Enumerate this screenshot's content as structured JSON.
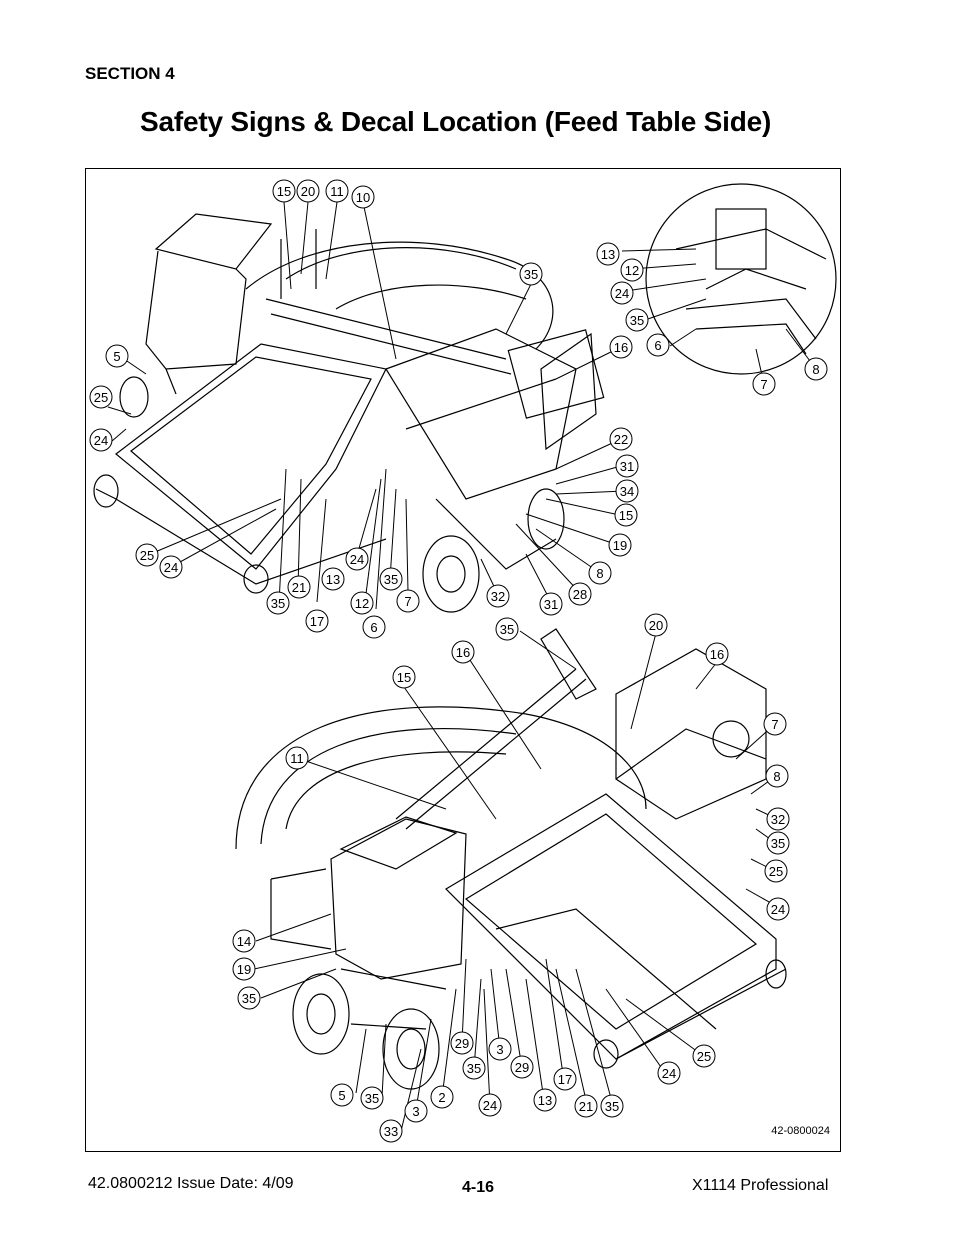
{
  "header": {
    "section": "SECTION 4",
    "title": "Safety Signs & Decal Location (Feed Table Side)"
  },
  "figure": {
    "drawing_number": "42-0800024",
    "top_view_callouts": [
      "15",
      "20",
      "11",
      "10",
      "35",
      "5",
      "25",
      "24",
      "16",
      "22",
      "31",
      "34",
      "15",
      "19",
      "8",
      "28",
      "31",
      "32",
      "7",
      "35",
      "12",
      "6",
      "17",
      "13",
      "24",
      "21",
      "35",
      "25",
      "24"
    ],
    "inset_callouts": [
      "13",
      "12",
      "24",
      "35",
      "6",
      "7",
      "8"
    ],
    "bottom_view_callouts": [
      "35",
      "20",
      "16",
      "16",
      "15",
      "11",
      "7",
      "8",
      "32",
      "35",
      "25",
      "24",
      "14",
      "19",
      "35",
      "5",
      "35",
      "3",
      "2",
      "33",
      "29",
      "35",
      "3",
      "29",
      "24",
      "13",
      "17",
      "21",
      "35",
      "24",
      "25"
    ]
  },
  "footer": {
    "doc_info": "42.0800212  Issue Date: 4/09",
    "page": "4-16",
    "model": "X1114 Professional"
  }
}
